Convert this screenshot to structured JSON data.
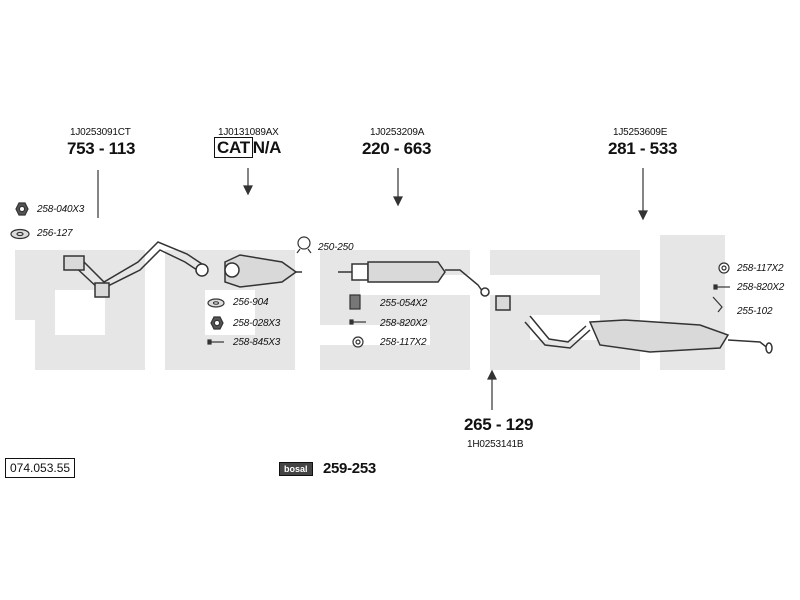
{
  "parts": {
    "front_pipe": {
      "oe": "1J0253091CT",
      "number": "753 - 113"
    },
    "catalyst": {
      "oe": "1J0131089AX",
      "cat_label": "CAT",
      "number": "N/A"
    },
    "middle_silencer": {
      "oe": "1J0253209A",
      "number": "220 - 663"
    },
    "rear_silencer": {
      "oe": "1J5253609E",
      "number": "281 - 533"
    },
    "tail_pipe": {
      "oe": "1H0253141B",
      "number": "265 - 129"
    }
  },
  "hardware": [
    {
      "icon": "nut-icon",
      "label": "258-040X3"
    },
    {
      "icon": "gasket-icon",
      "label": "256-127"
    },
    {
      "icon": "clamp-icon",
      "label": "250-250"
    },
    {
      "icon": "gasket-icon",
      "label": "256-904"
    },
    {
      "icon": "nut-icon",
      "label": "258-028X3"
    },
    {
      "icon": "bolt-icon",
      "label": "258-845X3"
    },
    {
      "icon": "bracket-icon",
      "label": "255-054X2"
    },
    {
      "icon": "bolt-icon",
      "label": "258-820X2"
    },
    {
      "icon": "ring-icon",
      "label": "258-117X2"
    },
    {
      "icon": "ring-icon",
      "label": "258-117X2"
    },
    {
      "icon": "bolt-icon",
      "label": "258-820X2"
    },
    {
      "icon": "hanger-icon",
      "label": "255-102"
    }
  ],
  "mounting_kit": {
    "brand": "bosal",
    "number": "259-253"
  },
  "diagram_ref": "074.053.55",
  "watermark": "bosal",
  "colors": {
    "line": "#333333",
    "watermark": "#e6e6e6",
    "fill": "#d9d9d9"
  }
}
